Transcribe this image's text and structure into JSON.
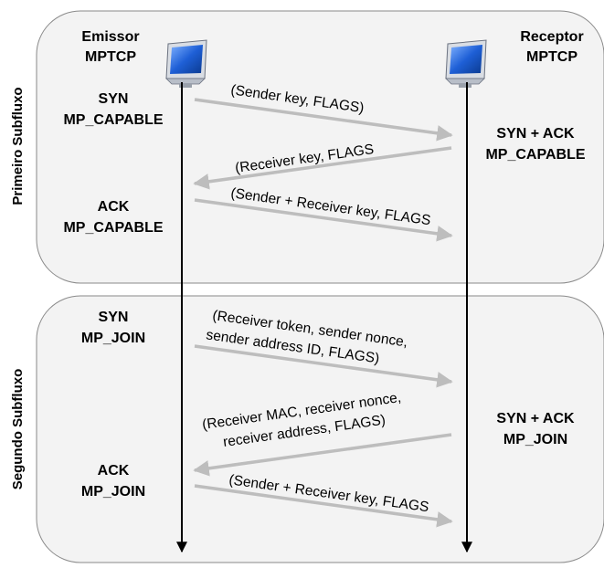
{
  "colors": {
    "panel_fill": "#f3f3f3",
    "panel_stroke": "#8a8a8a",
    "message_arrow": "#bdbdbd",
    "timeline": "#000000",
    "monitor_screen": "#1e5fd6"
  },
  "icons": {
    "host": "computer-monitor-icon"
  },
  "hosts": {
    "sender": {
      "line1": "Emissor",
      "line2": "MPTCP"
    },
    "receiver": {
      "line1": "Receptor",
      "line2": "MPTCP"
    }
  },
  "subflows": [
    {
      "label": "Primeiro Subfluxo",
      "left_labels": [
        {
          "line1": "SYN",
          "line2": "MP_CAPABLE"
        },
        {
          "line1": "ACK",
          "line2": "MP_CAPABLE"
        }
      ],
      "right_labels": [
        {
          "line1": "SYN + ACK",
          "line2": "MP_CAPABLE"
        }
      ],
      "messages": [
        {
          "direction": "sender-to-receiver",
          "lines": [
            "(Sender key, FLAGS)"
          ]
        },
        {
          "direction": "receiver-to-sender",
          "lines": [
            "(Receiver key, FLAGS"
          ]
        },
        {
          "direction": "sender-to-receiver",
          "lines": [
            "(Sender + Receiver key, FLAGS"
          ]
        }
      ]
    },
    {
      "label": "Segundo Subfluxo",
      "left_labels": [
        {
          "line1": "SYN",
          "line2": "MP_JOIN"
        },
        {
          "line1": "ACK",
          "line2": "MP_JOIN"
        }
      ],
      "right_labels": [
        {
          "line1": "SYN + ACK",
          "line2": "MP_JOIN"
        }
      ],
      "messages": [
        {
          "direction": "sender-to-receiver",
          "lines": [
            "(Receiver token, sender nonce,",
            "sender address ID, FLAGS)"
          ]
        },
        {
          "direction": "receiver-to-sender",
          "lines": [
            "(Receiver MAC, receiver nonce,",
            "receiver address, FLAGS)"
          ]
        },
        {
          "direction": "sender-to-receiver",
          "lines": [
            "(Sender + Receiver key, FLAGS"
          ]
        }
      ]
    }
  ]
}
